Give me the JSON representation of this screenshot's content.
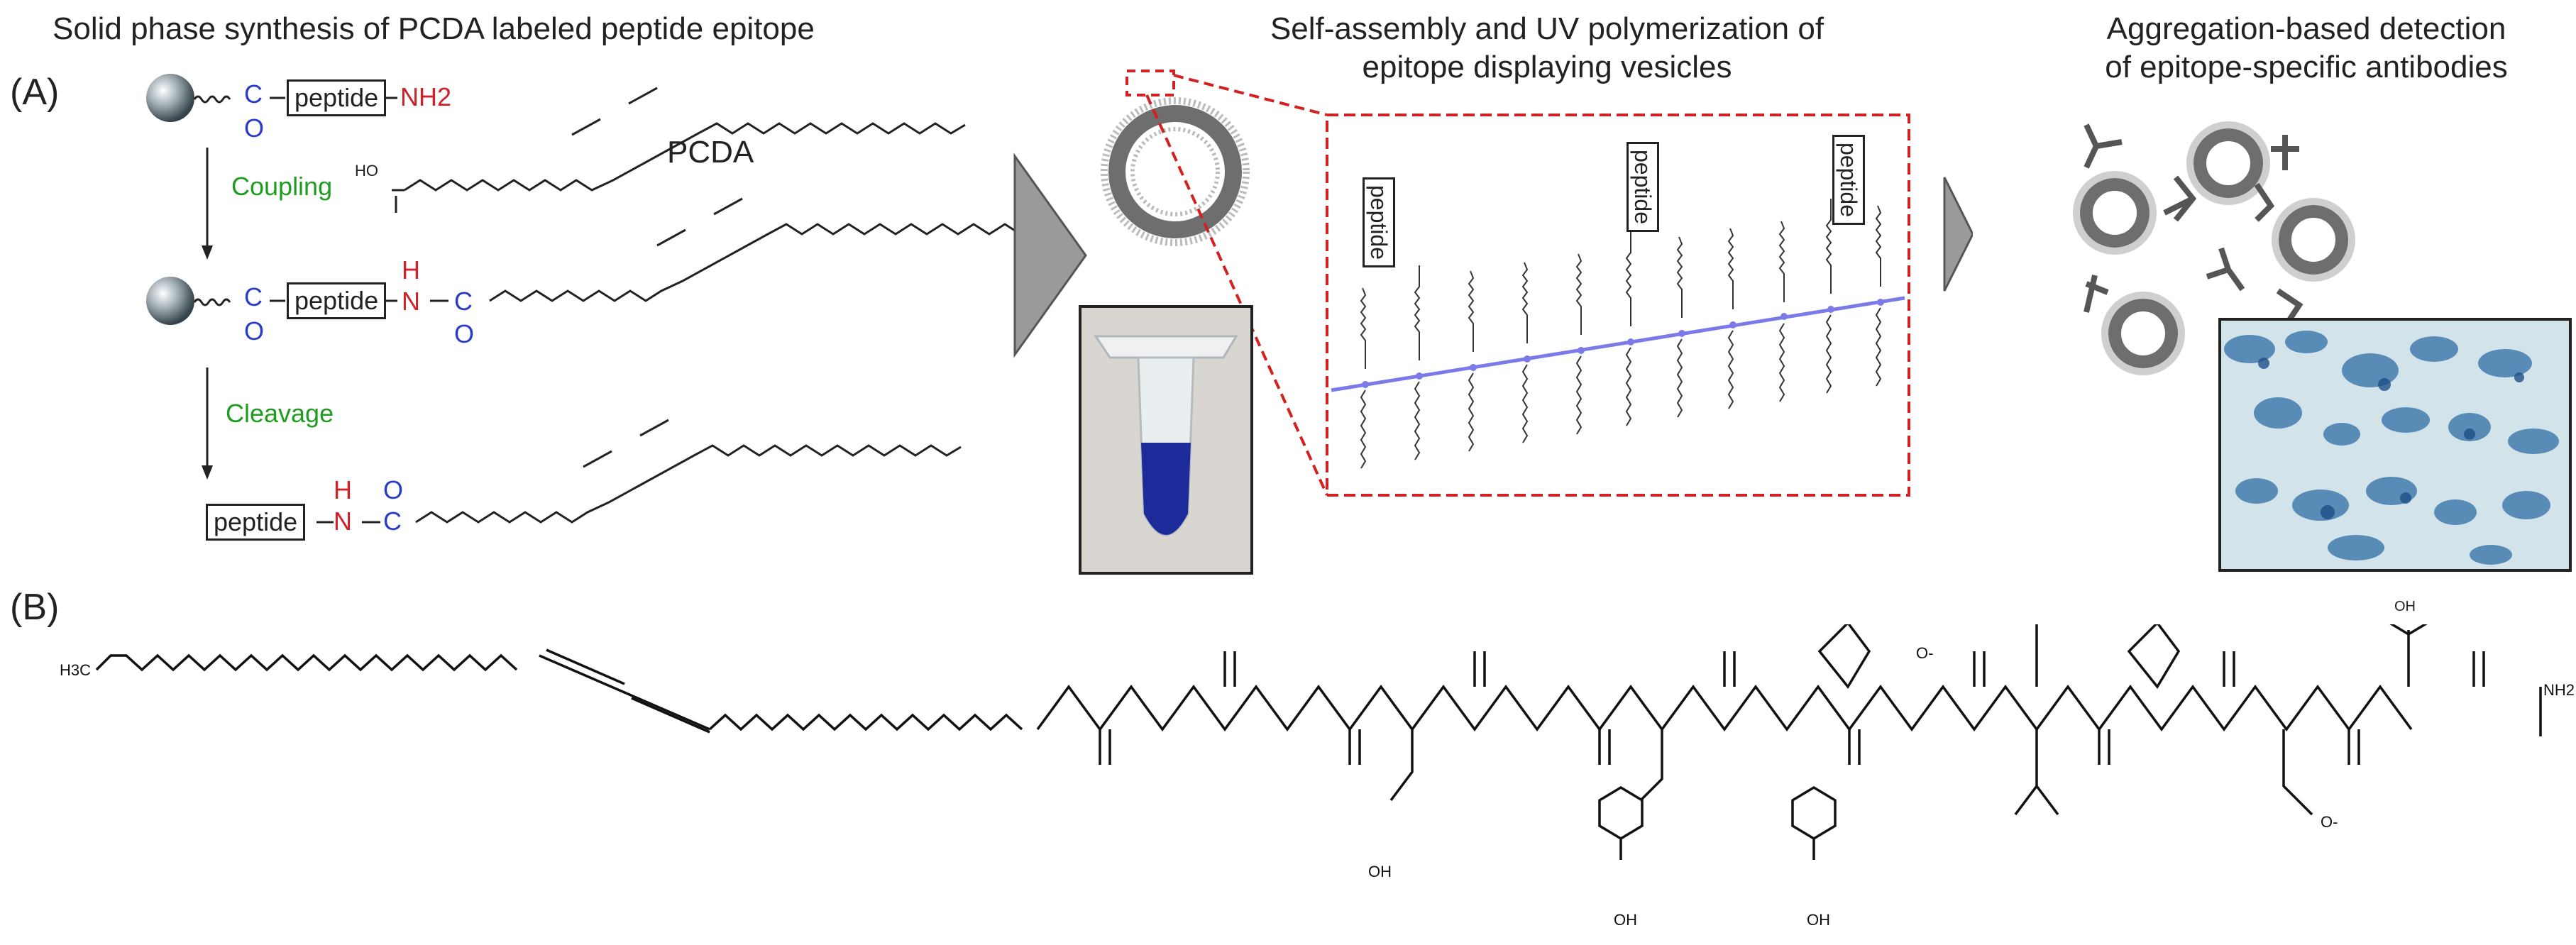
{
  "panel_a": {
    "label": "(A)",
    "col1_title": "Solid phase synthesis of PCDA labeled peptide epitope",
    "col2_title_line1": "Self-assembly and UV polymerization of",
    "col2_title_line2": "epitope displaying vesicles",
    "col3_title_line1": "Aggregation-based detection",
    "col3_title_line2": "of epitope-specific antibodies",
    "peptide_label": "peptide",
    "amine": "NH2",
    "carbon": "C",
    "oxygen": "O",
    "nitrogen": "N",
    "hydrogen": "H",
    "dash": "–",
    "pcda_label": "PCDA",
    "acid_label": "HO",
    "step1": "Coupling",
    "step2": "Cleavage"
  },
  "panel_b": {
    "label": "(B)",
    "methyl": "H3C",
    "amide_end": "NH2",
    "hydroxyl": "OH",
    "carboxylate": "O-"
  },
  "colors": {
    "nitrogen_red": "#d0202a",
    "oxygen_blue": "#2a3cc4",
    "step_green": "#1e9c1e",
    "dashed_red": "#d42020",
    "polymer_blue": "#7a7ae8",
    "vesicle_blue": "#1c2a9a",
    "micrograph_bg": "#c9dde6"
  }
}
